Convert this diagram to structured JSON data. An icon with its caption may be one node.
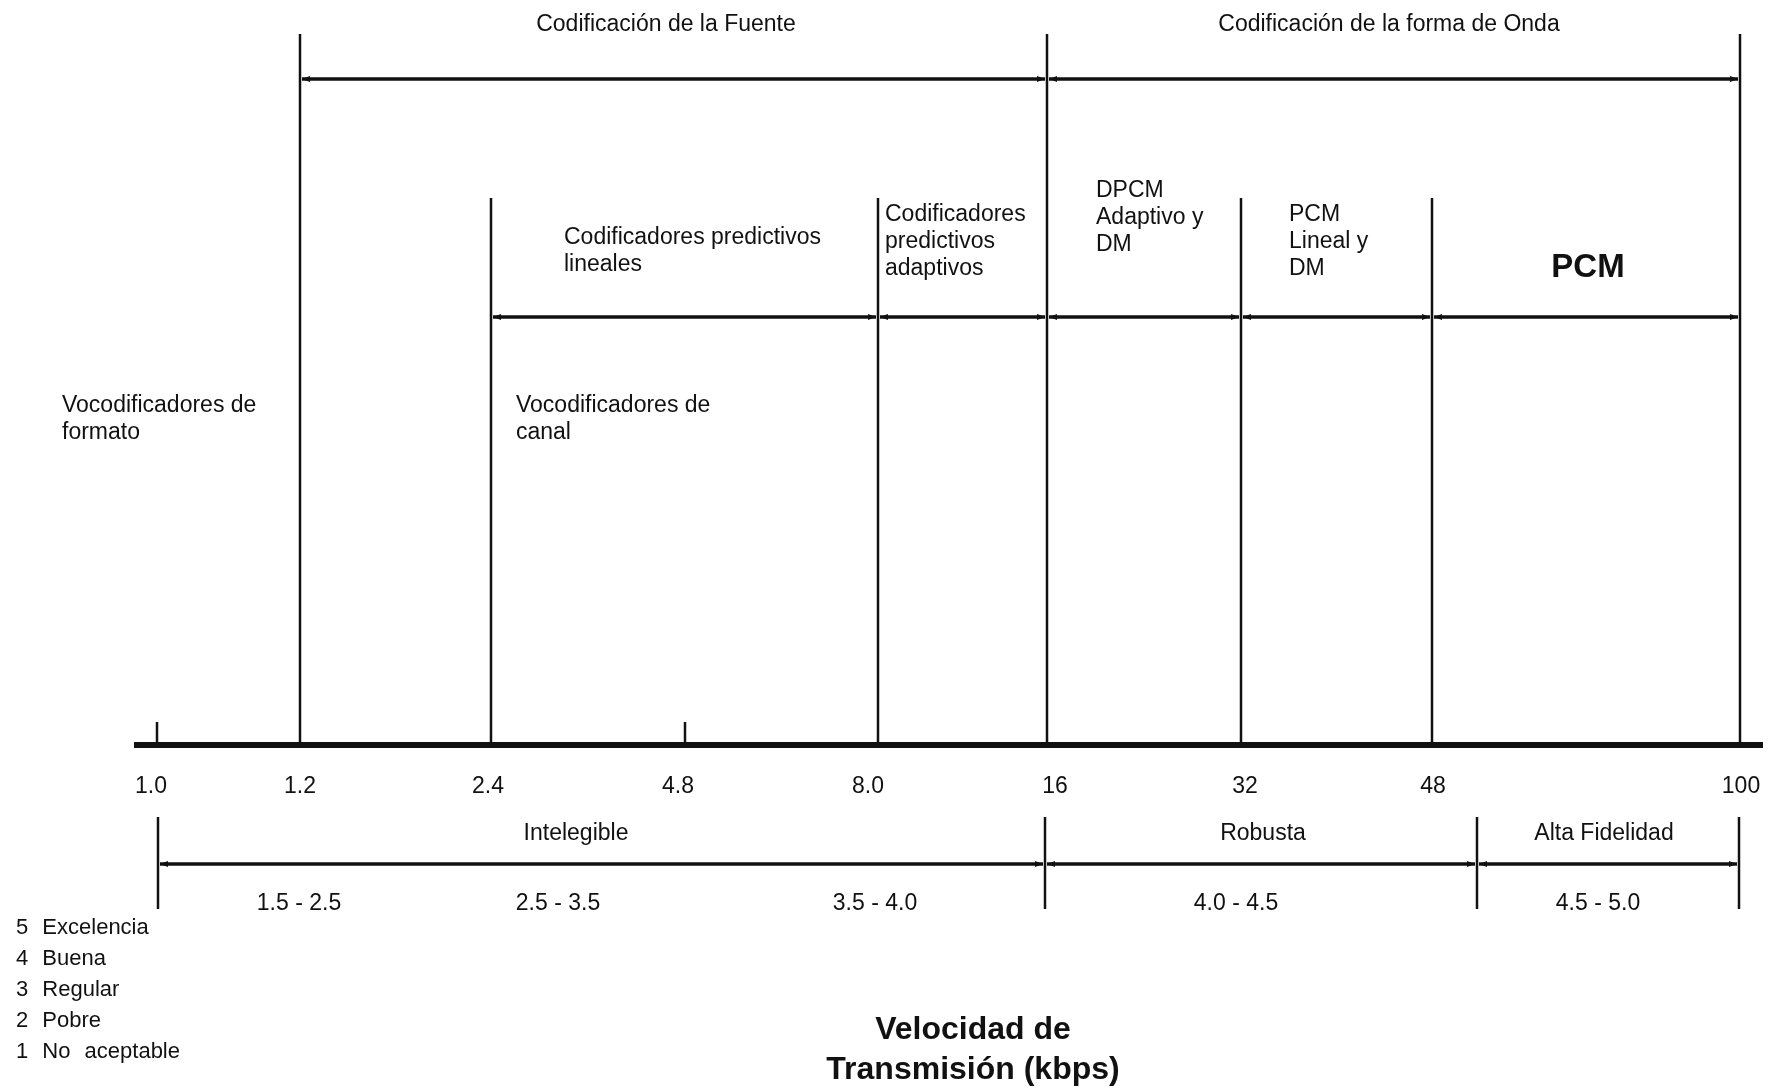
{
  "diagram": {
    "labels": [
      "Codificación de la Fuente",
      "Codificación de la forma de Onda",
      "DPCM Adaptivo y DM",
      "PCM Lineal y DM",
      "Codificadores predictivos lineales",
      "Codificadores predictivos adaptivos",
      "PCM",
      "Vocodificadores de formato",
      "Vocodificadores de canal",
      "1.0",
      "1.2",
      "2.4",
      "4.8",
      "8.0",
      "16",
      "32",
      "48",
      "100",
      "Intelegible",
      "Robusta",
      "Alta Fidelidad",
      "1.5 - 2.5",
      "2.5 - 3.5",
      "3.5 - 4.0",
      "4.0 - 4.5",
      "4.5 - 5.0",
      "5 Excelencia",
      "4 Buena",
      "3 Regular",
      "2 Pobre",
      "1 No aceptable",
      "Velocidad de Transmisión (kbps)"
    ]
  }
}
